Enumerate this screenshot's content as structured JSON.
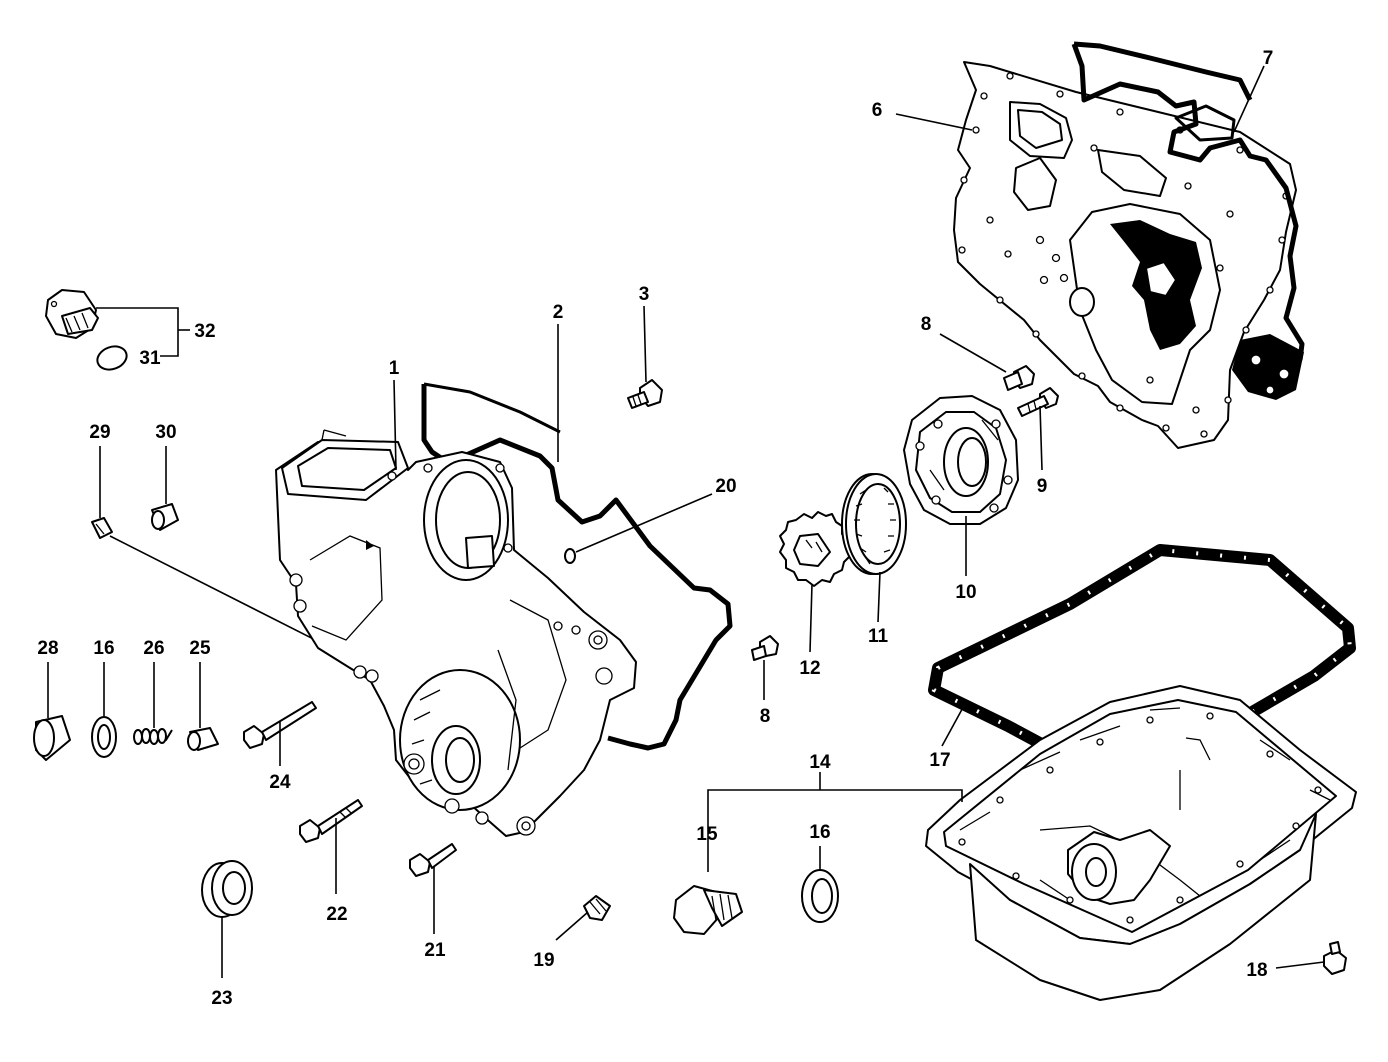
{
  "labels": {
    "p1": "1",
    "p2": "2",
    "p3": "3",
    "p6": "6",
    "p7": "7",
    "p8a": "8",
    "p8b": "8",
    "p9": "9",
    "p10": "10",
    "p11": "11",
    "p12": "12",
    "p14": "14",
    "p15": "15",
    "p16a": "16",
    "p16b": "16",
    "p17": "17",
    "p18": "18",
    "p19": "19",
    "p20": "20",
    "p21": "21",
    "p22": "22",
    "p23": "23",
    "p24": "24",
    "p25": "25",
    "p26": "26",
    "p28": "28",
    "p29": "29",
    "p30": "30",
    "p31": "31",
    "p32": "32"
  },
  "colors": {
    "line": "#000000",
    "background": "#ffffff"
  }
}
